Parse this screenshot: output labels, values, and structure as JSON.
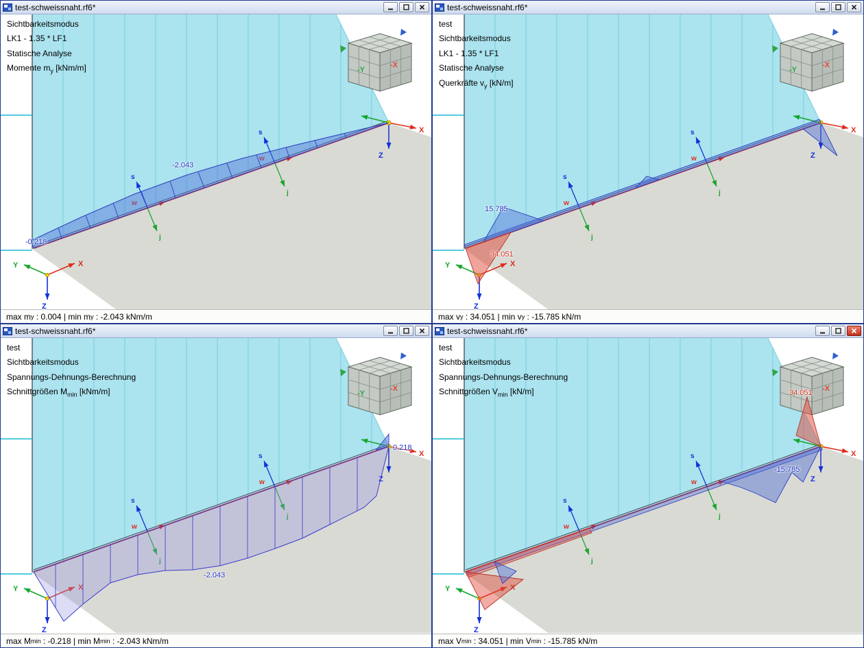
{
  "app": {
    "file_icon": "rfem-document-icon"
  },
  "colors": {
    "wall_fill": "#abe3ef",
    "floor_fill": "#d9dad4",
    "member_line_red": "#e5392b",
    "result_negative_blue": "#2d3fbe",
    "result_positive_red": "#cc3a2c",
    "axis_x_red": "#e02b1d",
    "axis_y_green": "#16a62c",
    "axis_z_blue": "#1430d8",
    "active_close_button": "#c52f1d"
  },
  "axes": {
    "x": "X",
    "y": "Y",
    "z": "Z",
    "s": "s",
    "w": "w",
    "j": "j"
  },
  "nav_cube": {
    "left_face": "-Y",
    "right_face": "-X"
  },
  "windows": [
    {
      "title": "test-schweissnaht.rf6*",
      "info": [
        {
          "pre": "Sichtbarkeitsmodus",
          "sub": "",
          "post": ""
        },
        {
          "pre": "LK1 - 1.35 * LF1",
          "sub": "",
          "post": ""
        },
        {
          "pre": "Statische Analyse",
          "sub": "",
          "post": ""
        },
        {
          "pre": "Momente m",
          "sub": "y",
          "post": " [kNm/m]"
        }
      ],
      "scene_labels": {
        "a": "-2.043",
        "b": "-0.218"
      },
      "status": {
        "pre": "max m",
        "sub1": "y",
        "mid": " : 0.004 | min m",
        "sub2": "y",
        "post": " : -2.043 kNm/m"
      }
    },
    {
      "title": "test-schweissnaht.rf6*",
      "info": [
        {
          "pre": "test",
          "sub": "",
          "post": ""
        },
        {
          "pre": "Sichtbarkeitsmodus",
          "sub": "",
          "post": ""
        },
        {
          "pre": "LK1 - 1.35 * LF1",
          "sub": "",
          "post": ""
        },
        {
          "pre": "Statische Analyse",
          "sub": "",
          "post": ""
        },
        {
          "pre": "Querkräfte v",
          "sub": "y",
          "post": " [kN/m]"
        }
      ],
      "scene_labels": {
        "a": "15.785",
        "b": "34.051"
      },
      "status": {
        "pre": "max v",
        "sub1": "y",
        "mid": " : 34.051 | min v",
        "sub2": "y",
        "post": " : -15.785 kN/m"
      }
    },
    {
      "title": "test-schweissnaht.rf6*",
      "info": [
        {
          "pre": "test",
          "sub": "",
          "post": ""
        },
        {
          "pre": "Sichtbarkeitsmodus",
          "sub": "",
          "post": ""
        },
        {
          "pre": "Spannungs-Dehnungs-Berechnung",
          "sub": "",
          "post": ""
        },
        {
          "pre": "Schnittgrößen M",
          "sub": "min",
          "post": " [kNm/m]"
        }
      ],
      "scene_labels": {
        "a": "0.218",
        "b": "-2.043"
      },
      "status": {
        "pre": "max M",
        "sub1": "min",
        "mid": " : -0.218 | min M",
        "sub2": "min",
        "post": " : -2.043 kNm/m"
      }
    },
    {
      "title": "test-schweissnaht.rf6*",
      "info": [
        {
          "pre": "test",
          "sub": "",
          "post": ""
        },
        {
          "pre": "Sichtbarkeitsmodus",
          "sub": "",
          "post": ""
        },
        {
          "pre": "Spannungs-Dehnungs-Berechnung",
          "sub": "",
          "post": ""
        },
        {
          "pre": "Schnittgrößen V",
          "sub": "min",
          "post": " [kN/m]"
        }
      ],
      "scene_labels": {
        "a": "34.051",
        "b": "-15.785"
      },
      "status": {
        "pre": "max V",
        "sub1": "min",
        "mid": " : 34.051 | min V",
        "sub2": "min",
        "post": " : -15.785 kN/m"
      }
    }
  ]
}
